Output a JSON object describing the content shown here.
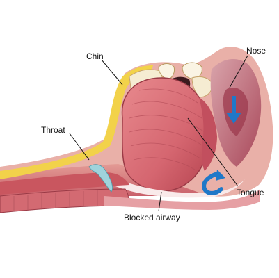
{
  "labels": {
    "chin": "Chin",
    "nose": "Nose",
    "throat": "Throat",
    "tongue": "Tongue",
    "blocked_airway": "Blocked airway"
  },
  "colors": {
    "tissue": "#c84e5c",
    "tissue_dark": "#8e2233",
    "skin": "#e8a6a0",
    "fat": "#f2d24a",
    "bone": "#f5ecd2",
    "airway": "#f9eaea",
    "cartilage": "#9fd3dc",
    "arrow_blue": "#1f78c8",
    "leader_line": "#111111"
  },
  "icons": {
    "nose_airflow": "arrow-down-icon",
    "throat_airflow": "curved-arrow-icon"
  }
}
